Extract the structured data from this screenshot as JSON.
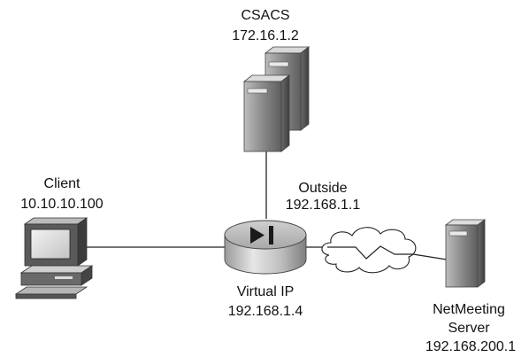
{
  "nodes": {
    "csacs": {
      "name": "CSACS",
      "ip": "172.16.1.2",
      "icon": "server-tower-icon"
    },
    "client": {
      "name": "Client",
      "ip": "10.10.10.100",
      "icon": "pc-workstation-icon"
    },
    "router": {
      "icon": "pix-firewall-icon",
      "outside_name": "Outside",
      "outside_ip": "192.168.1.1",
      "virtual_name": "Virtual IP",
      "virtual_ip": "192.168.1.4"
    },
    "netmeeting": {
      "name_line1": "NetMeeting",
      "name_line2": "Server",
      "ip": "192.168.200.1",
      "icon": "server-tower-icon"
    },
    "internet": {
      "icon": "cloud-icon"
    }
  },
  "colors": {
    "line": "#222222",
    "device_dark": "#5a5a5a",
    "device_light": "#d9d9d9"
  }
}
